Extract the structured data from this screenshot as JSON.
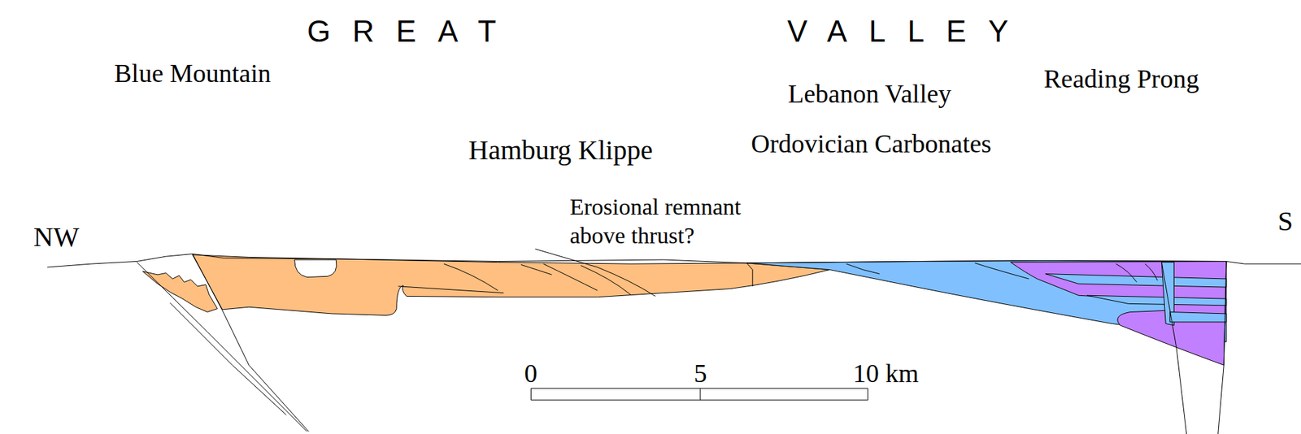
{
  "diagram": {
    "title": "GREAT VALLEY",
    "labels": [
      "Blue Mountain",
      "Hamburg Klippe",
      "Erosional remnant above thrust?",
      "Lebanon Valley",
      "Ordovician Carbonates",
      "Reading Prong",
      "NW",
      "S",
      "0",
      "5",
      "10 km"
    ]
  }
}
